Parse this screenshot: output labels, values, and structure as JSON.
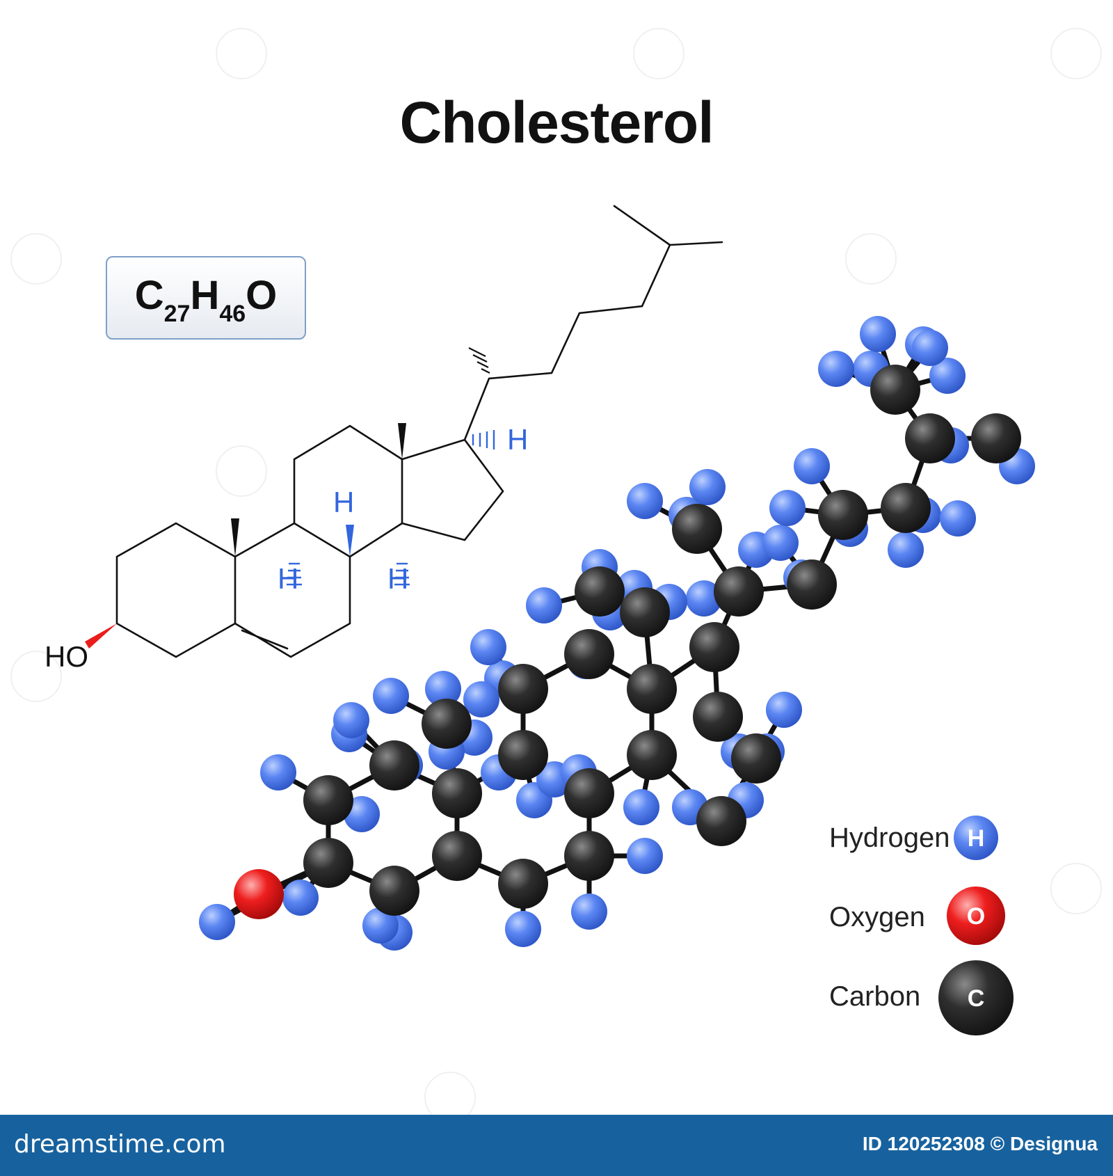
{
  "title": "Cholesterol",
  "formula": {
    "p1": "C",
    "s1": "27",
    "p2": "H",
    "s2": "46",
    "p3": "O"
  },
  "structure_labels": {
    "ho": "HO",
    "h": "H"
  },
  "legend": [
    {
      "label": "Hydrogen",
      "symbol": "H",
      "color": "#4f7ef0"
    },
    {
      "label": "Oxygen",
      "symbol": "O",
      "color": "#ea1c1c"
    },
    {
      "label": "Carbon",
      "symbol": "C",
      "color": "#2b2b2b"
    }
  ],
  "footer": {
    "logo": "dreamstime.com",
    "id_text": "ID 120252308 © Designua"
  }
}
